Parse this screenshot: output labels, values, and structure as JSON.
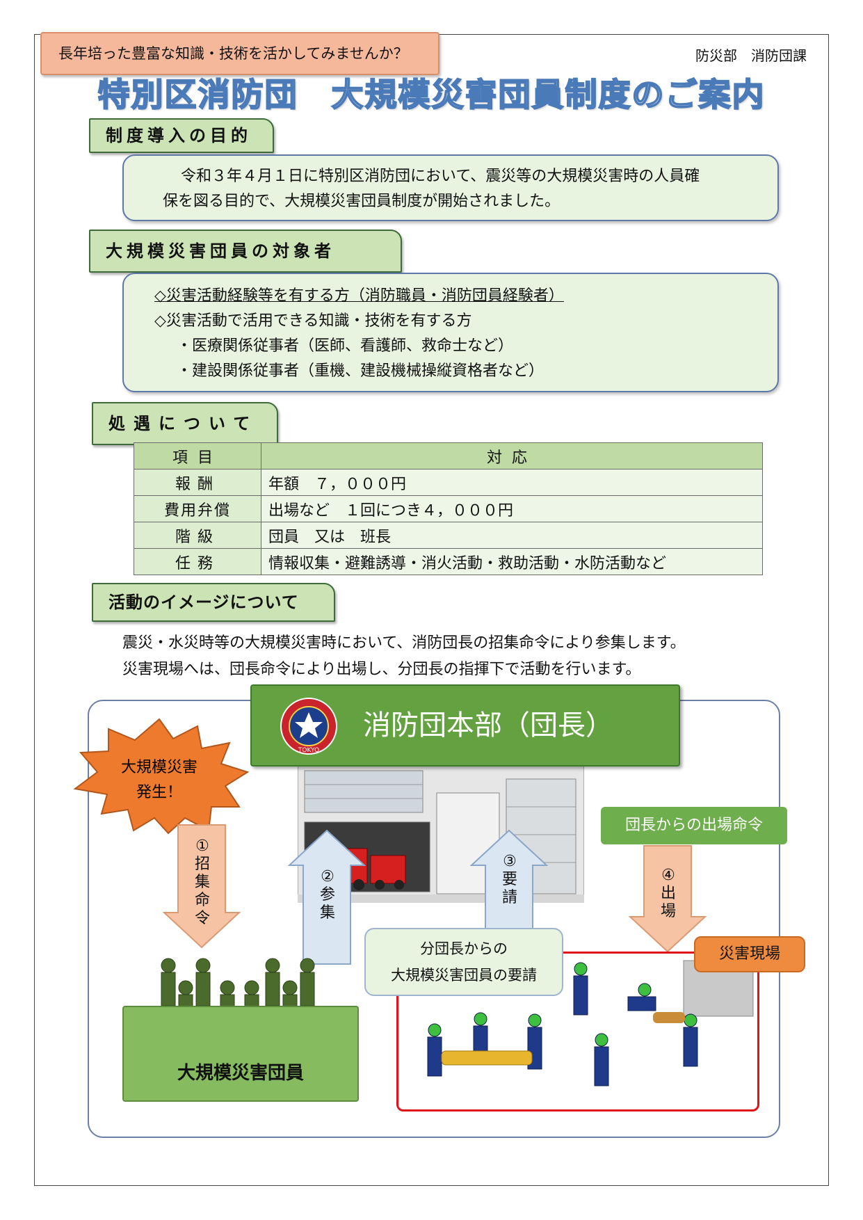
{
  "tagline": "長年培った豊富な知識・技術を活かしてみませんか？",
  "department": "防災部　消防団課",
  "title": "特別区消防団　大規模災害団員制度のご案内",
  "purpose": {
    "heading": "制度導入の目的",
    "line1": "令和３年４月１日に特別区消防団において、震災等の大規模災害時の人員確",
    "line2": "保を図る目的で、大規模災害団員制度が開始されました。"
  },
  "eligibility": {
    "heading": "大規模災害団員の対象者",
    "items": [
      "◇災害活動経験等を有する方（消防職員・消防団員経験者）",
      "◇災害活動で活用できる知識・技術を有する方",
      "・医療関係従事者（医師、看護師、救命士など）",
      "・建設関係従事者（重機、建設機械操縦資格者など）"
    ]
  },
  "treatment": {
    "heading": "処遇について",
    "header": [
      "項目",
      "対応"
    ],
    "rows": [
      [
        "報酬",
        "年額　７，０００円"
      ],
      [
        "費用弁償",
        "出場など　１回につき４，０００円"
      ],
      [
        "階級",
        "団員　又は　班長"
      ],
      [
        "任務",
        "情報収集・避難誘導・消火活動・救助活動・水防活動など"
      ]
    ]
  },
  "activity": {
    "heading": "活動のイメージについて",
    "line1": "震災・水災時等の大規模災害時において、消防団長の招集命令により参集します。",
    "line2": "災害現場へは、団長命令により出場し、分団長の指揮下で活動を行います。"
  },
  "diagram": {
    "hq": "消防団本部（団長）",
    "disaster_line1": "大規模災害",
    "disaster_line2": "発生！",
    "arrow1": "①招集命令",
    "arrow2": "②参集",
    "arrow3": "③要請",
    "arrow4": "④出場",
    "dispatch_order": "団長からの出場命令",
    "request_line1": "分団長からの",
    "request_line2": "大規模災害団員の要請",
    "scene": "災害現場",
    "members": "大規模災害団員",
    "emblem_text": "TOKYO"
  },
  "colors": {
    "section_green": "#cbe3b5",
    "hq_green": "#64a141",
    "orange": "#ef8b3f",
    "title_blue": "#4a7ab8"
  }
}
